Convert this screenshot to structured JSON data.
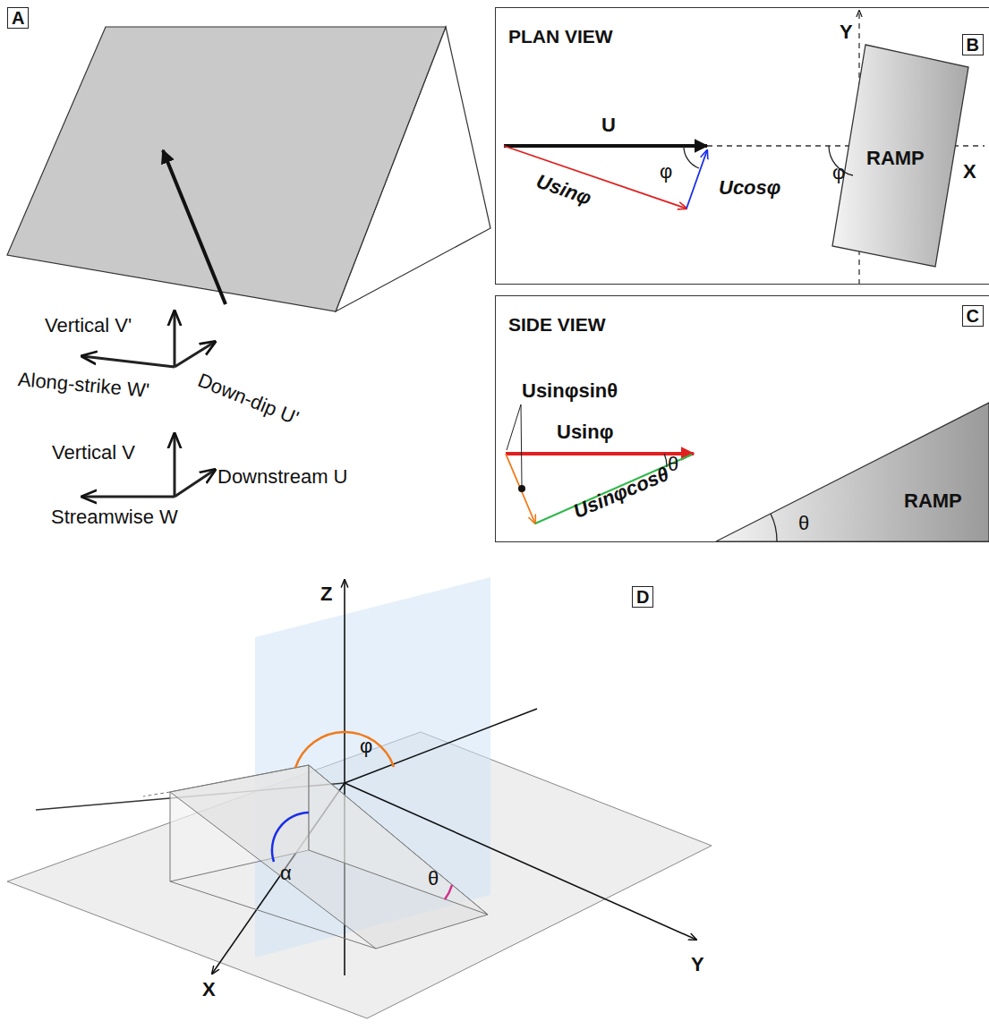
{
  "diagram": {
    "nodes": [
      {
        "text": [
          "A"
        ]
      },
      {
        "text": [
          "PLAN VIEW"
        ]
      },
      {
        "text": [
          "B"
        ],
        "in": 1
      },
      {
        "text": [
          "SIDE VIEW"
        ]
      },
      {
        "text": [
          "C"
        ],
        "in": 3
      },
      {
        "text": [
          "D"
        ]
      }
    ],
    "labels": [
      "Vertical V'",
      "Along-strike W'",
      "Down-dip U'",
      "Vertical V",
      "Downstream U",
      "Streamwise W",
      "U",
      "Usinφ",
      "φ",
      "Ucosφ",
      "Y",
      "φ",
      "RAMP",
      "X",
      "Usinφsinθ",
      "Usinφ",
      "θ",
      "Usinφcosθ",
      "RAMP",
      "θ",
      "Z",
      "φ",
      "α",
      "θ",
      "Y",
      "X"
    ]
  }
}
